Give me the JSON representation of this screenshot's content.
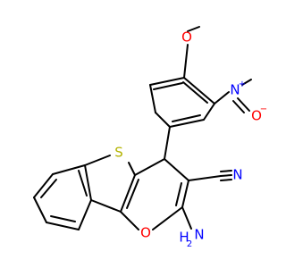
{
  "molecule": {
    "atoms": {
      "methoxy_oxygen": "O",
      "nitro_nitrogen": "N",
      "nitro_charge_plus": "+",
      "nitro_oxygen": "O",
      "nitro_charge_minus": "−",
      "thiophene_sulfur": "S",
      "nitrile_nitrogen": "N",
      "pyran_oxygen": "O",
      "amino_nitrogen": "N",
      "amino_hydrogen": "H",
      "amino_subscript": "2"
    },
    "colors": {
      "bond": "#000000",
      "oxygen": "#ff0000",
      "nitrogen": "#0000ff",
      "sulfur": "#b3b300",
      "carbon_label": "#000000"
    }
  }
}
